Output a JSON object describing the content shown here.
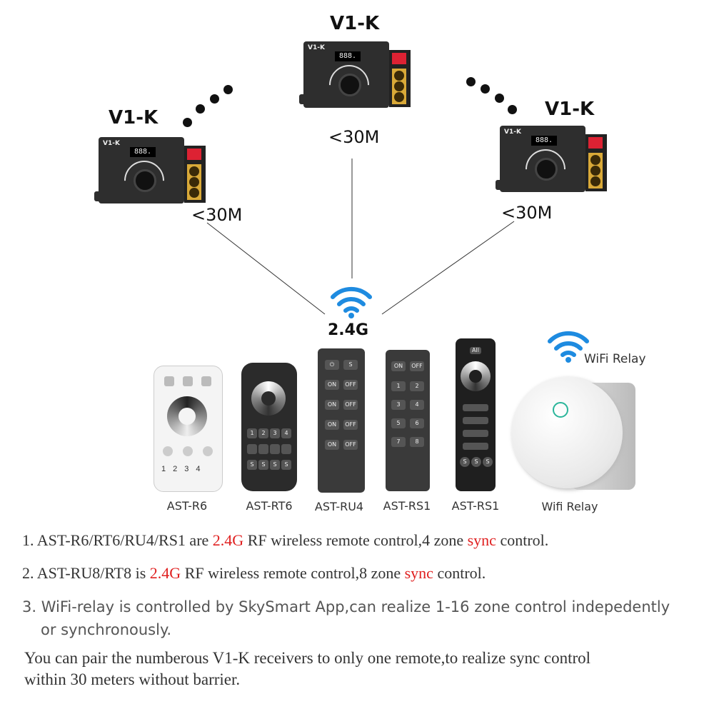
{
  "receivers": {
    "top": {
      "model": "V1-K",
      "distance": "<30M"
    },
    "left": {
      "model": "V1-K",
      "distance": "<30M"
    },
    "right": {
      "model": "V1-K",
      "distance": "<30M"
    }
  },
  "device": {
    "brand": "V1-K",
    "display": "888."
  },
  "hub": {
    "signal": "2.4G"
  },
  "wifi_relay_caption": "WiFi Relay",
  "products": [
    {
      "label": "AST-R6"
    },
    {
      "label": "AST-RT6"
    },
    {
      "label": "AST-RU4"
    },
    {
      "label": "AST-RS1"
    },
    {
      "label": "AST-RS1"
    },
    {
      "label": "Wifi Relay"
    }
  ],
  "notes": {
    "n1": {
      "prefix": "1. AST-R6/RT6/RU4/RS1 are ",
      "hl1": "2.4G",
      "mid": " RF wireless remote control,4 zone ",
      "hl2": "sync",
      "suffix": " control."
    },
    "n2": {
      "prefix": "2. AST-RU8/RT8 is ",
      "hl1": "2.4G",
      "mid": " RF wireless remote control,8 zone ",
      "hl2": "sync",
      "suffix": " control."
    },
    "n3": {
      "line1": "3. WiFi-relay is controlled by SkySmart App,can realize 1-16 zone control indepedently",
      "line2": "or synchronously."
    },
    "final": {
      "line1": "You can pair the numberous V1-K receivers to only one remote,to realize sync control",
      "line2": "within 30 meters without barrier."
    }
  },
  "colors": {
    "wifi": "#1e8be0",
    "highlight": "#e02020"
  }
}
